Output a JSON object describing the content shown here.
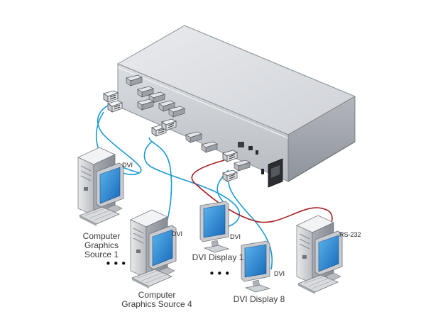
{
  "labels": {
    "source1_line1": "Computer",
    "source1_line2": "Graphics",
    "source1_line3": "Source 1",
    "source4_line1": "Computer",
    "source4_line2": "Graphics Source 4",
    "display1": "DVI Display 1",
    "display8": "DVI Display 8",
    "dvi_tag": "DVI",
    "rs232_tag": "RS-232",
    "ellipsis": "•••"
  },
  "colors": {
    "dvi_cable": "#1a9ad6",
    "rs232_cable": "#a51e22",
    "chassis": "#c9ccd1",
    "screen": "#2b8fd8"
  },
  "icons": [
    "matrix-switcher-chassis",
    "pc-tower-icon",
    "monitor-icon",
    "keyboard-icon",
    "dvi-connector-icon"
  ]
}
